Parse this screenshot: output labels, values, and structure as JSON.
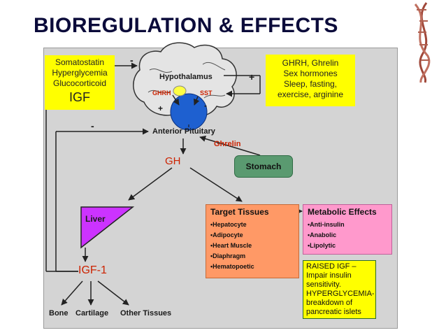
{
  "title": "BIOREGULATION & EFFECTS",
  "inhibitors": {
    "lines": [
      "Somatostatin",
      "Hyperglycemia",
      "Glucocorticoid"
    ],
    "emphasis": "IGF"
  },
  "stimulators": {
    "lines": [
      "GHRH, Ghrelin",
      "Sex hormones",
      "Sleep, fasting,",
      "exercise, arginine"
    ]
  },
  "diagram": {
    "hypothalamus": "Hypothalamus",
    "ghrh": "GHRH",
    "sst": "SST",
    "plus_sign": "+",
    "minus_sign": "-",
    "anterior_pituitary": "Anterior Pituitary",
    "ghrelin": "Ghrelin",
    "stomach": "Stomach",
    "gh": "GH",
    "liver": "Liver",
    "igf1": "IGF-1",
    "outputs": [
      "Bone",
      "Cartilage",
      "Other Tissues"
    ]
  },
  "target_tissues": {
    "heading": "Target Tissues",
    "items": [
      "•Hepatocyte",
      "•Adipocyte",
      "•Heart Muscle",
      "•Diaphragm",
      "•Hematopoetic"
    ]
  },
  "metabolic_effects": {
    "heading": "Metabolic Effects",
    "items": [
      "•Anti-insulin",
      "•Anabolic",
      "•Lipolytic"
    ]
  },
  "raised_igf_note": {
    "lines": [
      "RAISED IGF –",
      "Impair insulin",
      "sensitivity.",
      "HYPERGLYCEMIA-",
      "breakdown of",
      "pancreatic islets"
    ]
  },
  "colors": {
    "title": "#0b0b3a",
    "panel": "#d4d4d4",
    "highlight_yellow": "#ffff00",
    "arrow_red": "#cc2200",
    "stomach_green": "#5a9a70",
    "liver_purple": "#cc33ff",
    "target_orange": "#ff9966",
    "metabolic_pink": "#ff99cc"
  }
}
